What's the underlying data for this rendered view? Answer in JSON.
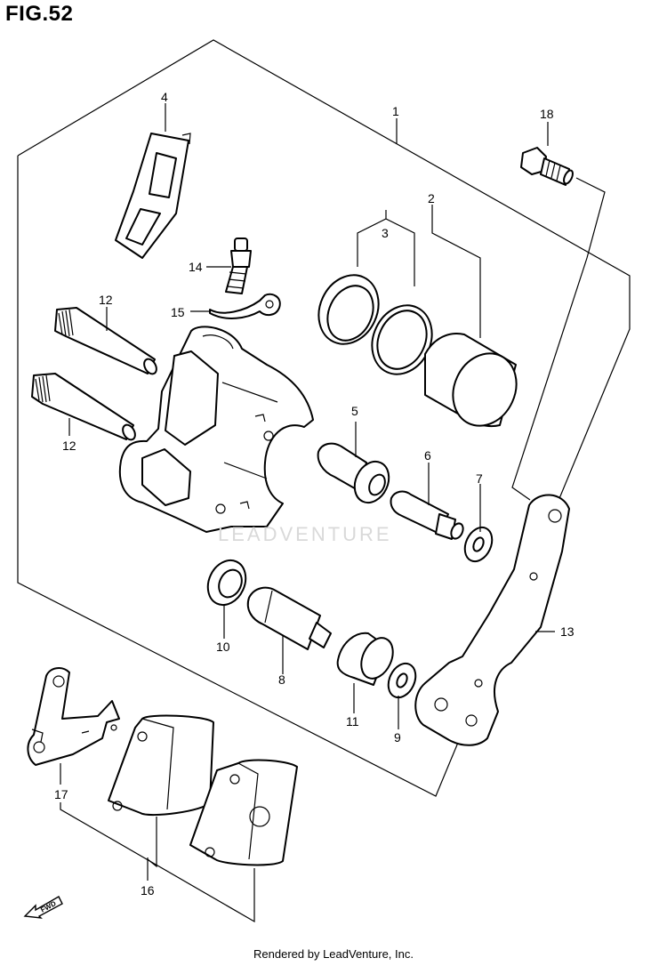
{
  "figure": {
    "title": "FIG.52"
  },
  "callouts": [
    {
      "id": "c1",
      "text": "1"
    },
    {
      "id": "c2",
      "text": "2"
    },
    {
      "id": "c3",
      "text": "3"
    },
    {
      "id": "c4",
      "text": "4"
    },
    {
      "id": "c5",
      "text": "5"
    },
    {
      "id": "c6",
      "text": "6"
    },
    {
      "id": "c7",
      "text": "7"
    },
    {
      "id": "c8",
      "text": "8"
    },
    {
      "id": "c9",
      "text": "9"
    },
    {
      "id": "c10",
      "text": "10"
    },
    {
      "id": "c11",
      "text": "11"
    },
    {
      "id": "c12a",
      "text": "12"
    },
    {
      "id": "c12b",
      "text": "12"
    },
    {
      "id": "c13",
      "text": "13"
    },
    {
      "id": "c14",
      "text": "14"
    },
    {
      "id": "c15",
      "text": "15"
    },
    {
      "id": "c16",
      "text": "16"
    },
    {
      "id": "c17",
      "text": "17"
    },
    {
      "id": "c18",
      "text": "18"
    }
  ],
  "fwd_badge": "FWD",
  "watermark": "LEADVENTURE",
  "footer": "Rendered by LeadVenture, Inc.",
  "colors": {
    "line": "#000000",
    "background": "#ffffff",
    "watermark": "#d9d9d9"
  }
}
